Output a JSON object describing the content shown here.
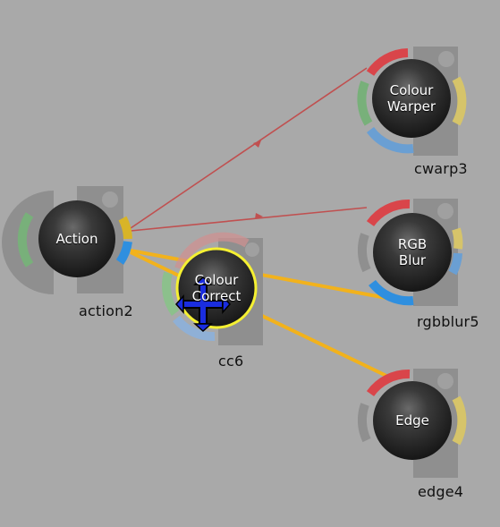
{
  "colors": {
    "background": "#a9a9a9",
    "link_normal": "#c05050",
    "link_active": "#f2b21c",
    "node_face": "#2a2a2a",
    "selected_ring": "#f5f032",
    "cursor": "#1a2de0",
    "port_red": "#d9454a",
    "port_green": "#78b07a",
    "port_blue": "#6a9fd3",
    "port_yellow": "#d6c46a"
  },
  "nodes": {
    "action2": {
      "title": "Action",
      "name": "action2"
    },
    "cc6": {
      "title_line1": "Colour",
      "title_line2": "Correct",
      "name": "cc6"
    },
    "cwarp3": {
      "title_line1": "Colour",
      "title_line2": "Warper",
      "name": "cwarp3"
    },
    "rgbblur5": {
      "title_line1": "RGB",
      "title_line2": "Blur",
      "name": "rgbblur5"
    },
    "edge4": {
      "title": "Edge",
      "name": "edge4"
    }
  },
  "cursor_icon": "move-crosshair-icon"
}
